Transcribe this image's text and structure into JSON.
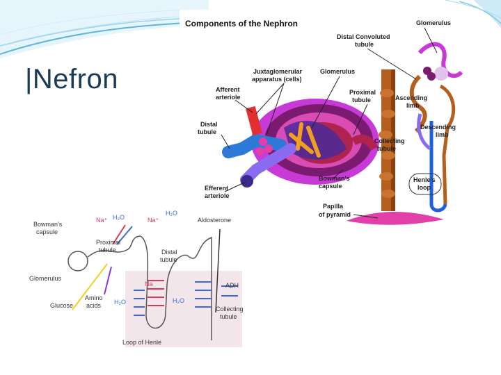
{
  "slide": {
    "title": "|Nefron"
  },
  "figure_top": {
    "title": "Components of the Nephron",
    "labels": {
      "glomerulus_top": "Glomerulus",
      "distal_convoluted_1": "Distal Convoluted",
      "distal_convoluted_2": "tubule",
      "juxta_1": "Juxtaglomerular",
      "juxta_2": "apparatus (cells)",
      "glomerulus_mid": "Glomerulus",
      "afferent_1": "Afferent",
      "afferent_2": "arteriole",
      "proximal_1": "Proximal",
      "proximal_2": "tubule",
      "ascending_1": "Ascending",
      "ascending_2": "limb",
      "distal_1": "Distal",
      "distal_2": "tubule",
      "descending_1": "Descending",
      "descending_2": "limb",
      "collecting_1": "Collecting",
      "collecting_2": "tubule",
      "efferent_1": "Efferent",
      "efferent_2": "arteriole",
      "bowmans_1": "Bowman's",
      "bowmans_2": "capsule",
      "henle_1": "Henle's",
      "henle_2": "loop",
      "papilla_1": "Papilla",
      "papilla_2": "of pyramid"
    }
  },
  "figure_bottom": {
    "labels": {
      "bowmans_1": "Bowman's",
      "bowmans_2": "capsule",
      "na_1": "Na⁺",
      "h2o_1": "H₂O",
      "na_2": "Na⁺",
      "h2o_2": "H₂O",
      "aldosterone": "Aldosterone",
      "proximal_1": "Proximal",
      "proximal_2": "tubule",
      "distal_1": "Distal",
      "distal_2": "tubule",
      "glomerulus": "Glomerulus",
      "na_3": "Na",
      "adh": "ADH",
      "amino_1": "Amino",
      "amino_2": "acids",
      "glucose": "Glucose",
      "h2o_3": "H₂O",
      "h2o_4": "H₂O",
      "collecting_1": "Collecting",
      "collecting_2": "tubule",
      "loop": "Loop of Henle"
    }
  }
}
